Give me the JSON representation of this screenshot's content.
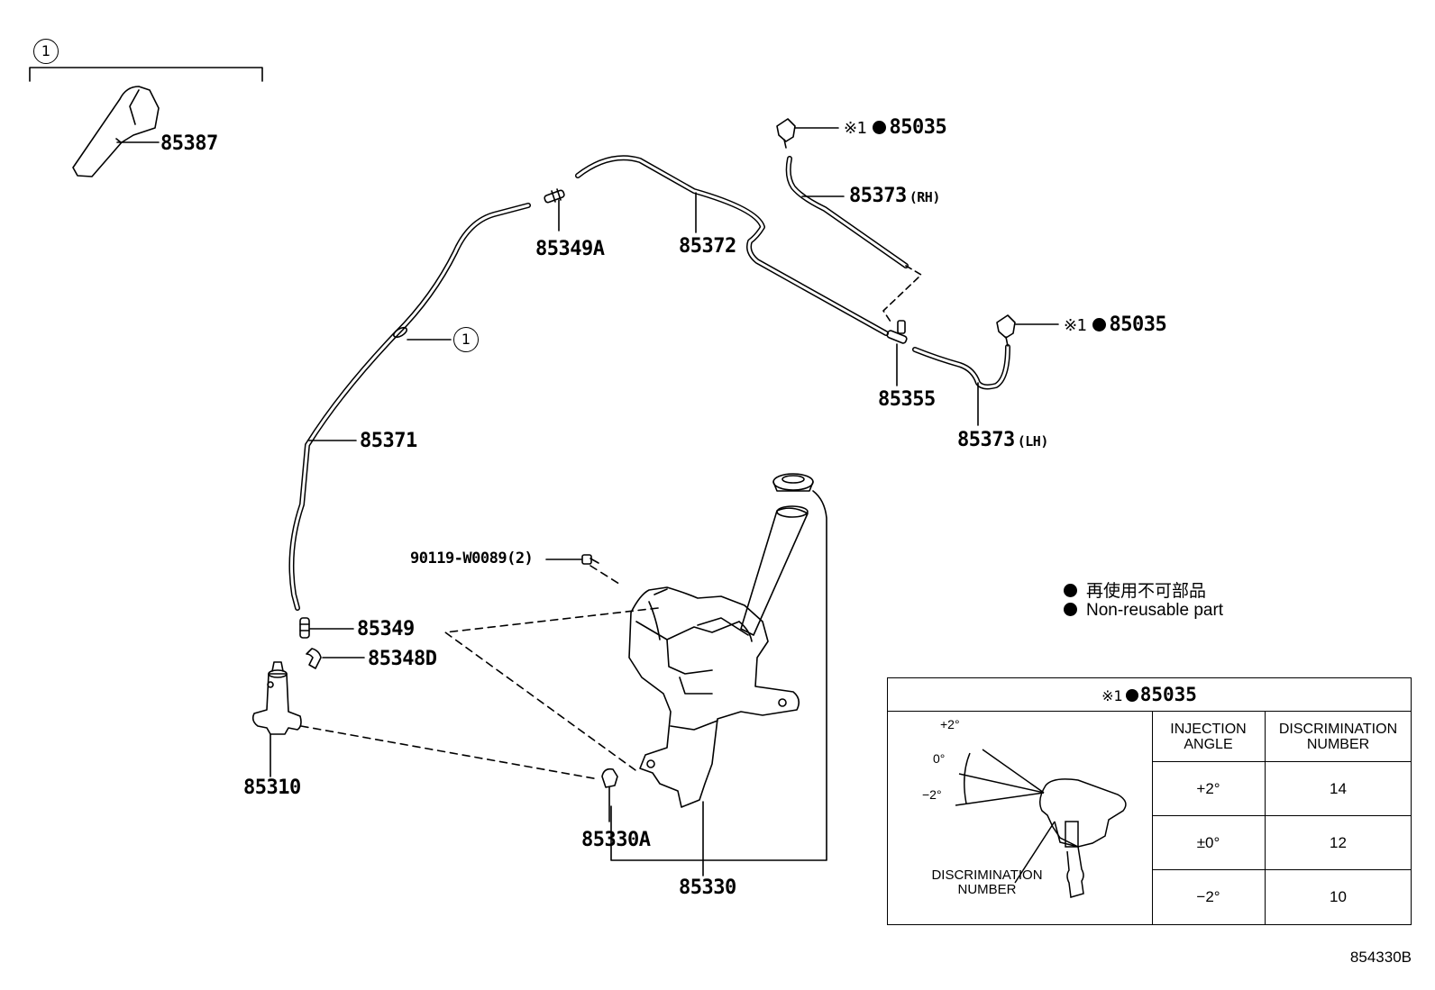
{
  "callout_number": "1",
  "parts": {
    "p85387": "85387",
    "p85349A": "85349A",
    "p85372": "85372",
    "p85035_rh": "85035",
    "p85035_lh": "85035",
    "p85373_rh": "85373",
    "p85373_lh": "85373",
    "rh": "(RH)",
    "lh": "(LH)",
    "p85355": "85355",
    "p85371": "85371",
    "p90119": "90119-W0089(2)",
    "p85349": "85349",
    "p85348D": "85348D",
    "p85310": "85310",
    "p85330A": "85330A",
    "p85330": "85330"
  },
  "note_prefix": "※1",
  "legend": {
    "jp": "再使用不可部品",
    "en": "Non-reusable part"
  },
  "table": {
    "title_prefix": "※1",
    "title_part": "85035",
    "angle_ticks": [
      "+2°",
      "0°",
      "−2°"
    ],
    "image_label_line1": "DISCRIMINATION",
    "image_label_line2": "NUMBER",
    "col1_header_line1": "INJECTION",
    "col1_header_line2": "ANGLE",
    "col2_header_line1": "DISCRIMINATION",
    "col2_header_line2": "NUMBER",
    "rows": [
      {
        "angle": "+2°",
        "number": "14"
      },
      {
        "angle": "±0°",
        "number": "12"
      },
      {
        "angle": "−2°",
        "number": "10"
      }
    ]
  },
  "diagram_code": "854330B"
}
